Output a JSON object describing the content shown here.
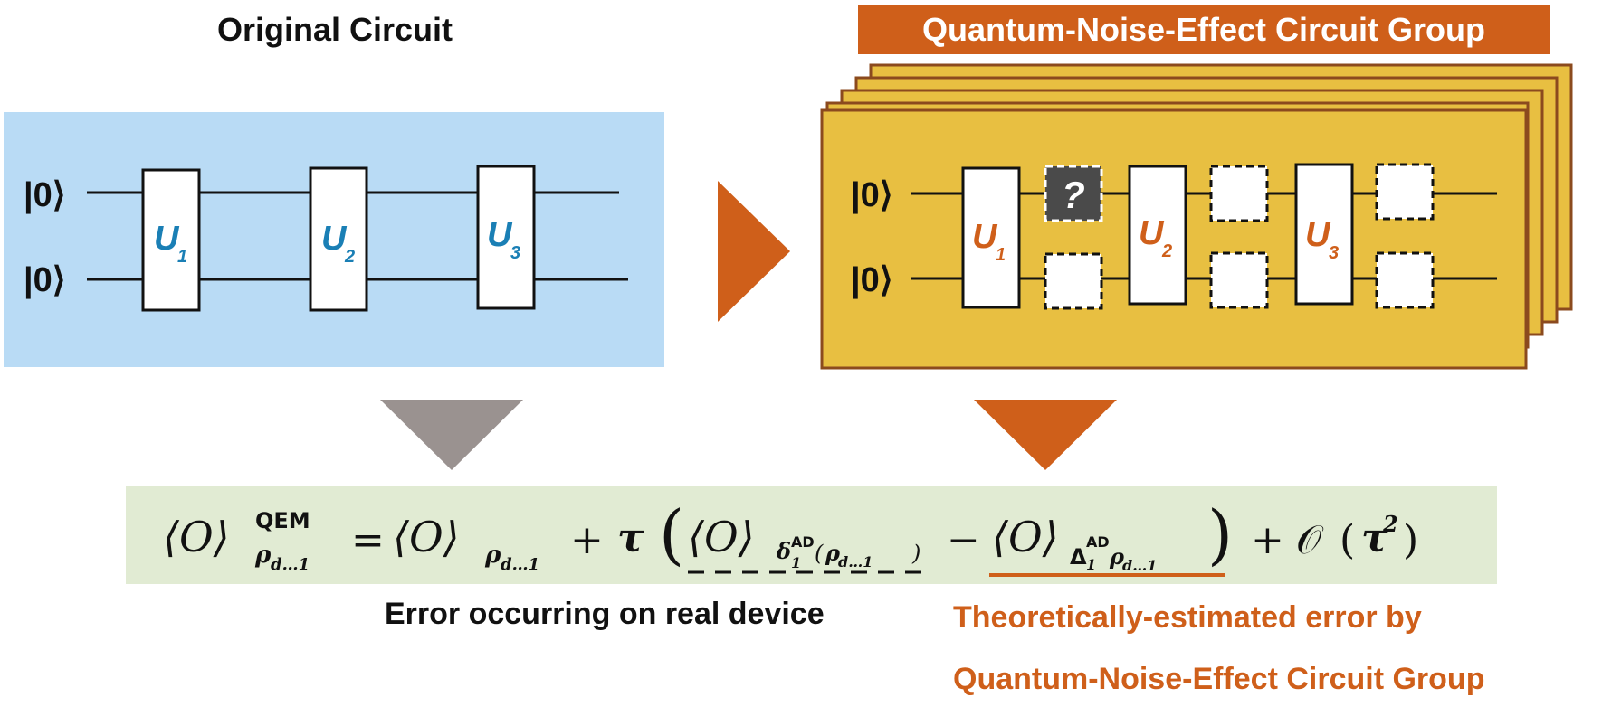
{
  "original_circuit": {
    "title": "Original Circuit",
    "qubit_labels": [
      "|0⟩",
      "|0⟩"
    ],
    "gates": [
      {
        "base": "U",
        "sub": "1"
      },
      {
        "base": "U",
        "sub": "2"
      },
      {
        "base": "U",
        "sub": "3"
      }
    ]
  },
  "noise_group": {
    "title": "Quantum-Noise-Effect Circuit Group",
    "qubit_labels": [
      "|0⟩",
      "|0⟩"
    ],
    "gates": [
      {
        "base": "U",
        "sub": "1"
      },
      {
        "base": "U",
        "sub": "2"
      },
      {
        "base": "U",
        "sub": "3"
      }
    ],
    "unknown_noise_symbol": "?"
  },
  "formula": {
    "lhs_main": "⟨O⟩",
    "lhs_sup": "QEM",
    "rho_sub": "ρ",
    "rho_sub_d": "d…1",
    "eq": "=",
    "plus": "+",
    "minus": "−",
    "tau": "τ",
    "open_paren": "(",
    "close_paren": ")",
    "delta_small": "δ",
    "delta_big": "Δ",
    "ad": "AD",
    "one": "1",
    "big_o": "𝒪",
    "square": "2"
  },
  "annotations": {
    "real_error": "Error occurring on real device",
    "theory_error_line1": "Theoretically-estimated error by",
    "theory_error_line2": "Quantum-Noise-Effect Circuit Group"
  },
  "colors": {
    "orig_panel": "#b9dbf5",
    "group_panel": "#e8bf41",
    "group_border": "#8b4a1e",
    "accent_orange": "#cf5f1a",
    "accent_blue": "#1a7fb5",
    "arrow_gray": "#9a9290",
    "formula_bg": "#e1ebd3"
  }
}
